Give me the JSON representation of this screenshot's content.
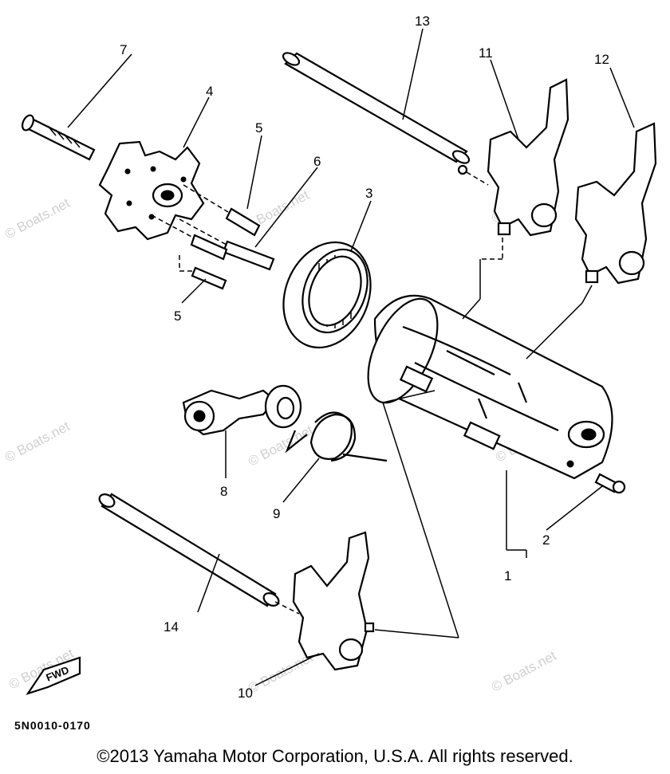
{
  "diagram": {
    "part_numbers": [
      {
        "id": "1",
        "label": "1"
      },
      {
        "id": "2",
        "label": "2"
      },
      {
        "id": "3",
        "label": "3"
      },
      {
        "id": "4",
        "label": "4"
      },
      {
        "id": "5a",
        "label": "5"
      },
      {
        "id": "5b",
        "label": "5"
      },
      {
        "id": "6",
        "label": "6"
      },
      {
        "id": "7",
        "label": "7"
      },
      {
        "id": "8",
        "label": "8"
      },
      {
        "id": "9",
        "label": "9"
      },
      {
        "id": "10",
        "label": "10"
      },
      {
        "id": "11",
        "label": "11"
      },
      {
        "id": "12",
        "label": "12"
      },
      {
        "id": "13",
        "label": "13"
      },
      {
        "id": "14",
        "label": "14"
      }
    ],
    "fwd_label": "FWD",
    "watermark_text": "© Boats.net",
    "drawing_code": "5N0010-0170",
    "copyright": "©2013 Yamaha Motor Corporation, U.S.A. All rights reserved."
  }
}
